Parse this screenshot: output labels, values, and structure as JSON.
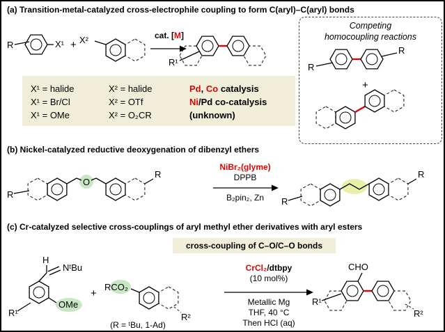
{
  "colors": {
    "accent_red": "#dd0404",
    "box_beige": "#f0edd9",
    "highlight_green": "#c9e7c4",
    "highlight_yellow": "#e9efa6"
  },
  "panel_a": {
    "title": "(a) Transition-metal-catalyzed cross-electrophile coupling to form C(aryl)–C(aryl) bonds",
    "scheme": {
      "r": "R",
      "x1": "X¹",
      "plus": "+",
      "x2": "X²",
      "cat_pre": "cat. [",
      "cat_m": "M",
      "cat_post": "]",
      "r1": "R¹"
    },
    "competing": {
      "title_line1": "Competing",
      "title_line2": "homocoupling reactions",
      "r_left": "R",
      "r_right": "R",
      "plus": "+"
    },
    "table": {
      "x1_rows": [
        "X¹ = halide",
        "X¹ = Br/Cl",
        "X¹ = OMe"
      ],
      "x2_rows": [
        "X² = halide",
        "X² = OTf",
        "X² = O₂CR"
      ],
      "row1_pd": "Pd",
      "row1_sep": ", ",
      "row1_co": "Co",
      "row1_rest": " catalysis",
      "row2_ni": "Ni",
      "row2_slash": "/",
      "row2_pd": "Pd",
      "row2_rest": " co-catalysis",
      "row3": "(unknown)"
    }
  },
  "panel_b": {
    "title": "(b) Nickel-catalyzed reductive deoxygenation of dibenzyl ethers",
    "scheme": {
      "r_left": "R",
      "o": "O",
      "r_right": "R",
      "prod_r_left": "R",
      "prod_r_right": "R"
    },
    "conditions": {
      "above1": "NiBr₂(glyme)",
      "above2": "DPPB",
      "below1": "B₂pin₂, Zn"
    }
  },
  "panel_c": {
    "title": "(c) Cr-catalyzed selective cross-couplings of aryl methyl ether derivatives with aryl esters",
    "header": "cross-coupling of C–O/C–O bonds",
    "scheme": {
      "h": "H",
      "imine": "NᵗBu",
      "ome": "OMe",
      "r1": "R¹",
      "plus": "+",
      "ester": "RCO₂",
      "r2": "R²",
      "r_def": "(R = ᵗBu, 1-Ad)",
      "cho": "CHO",
      "prod_r1": "R¹",
      "prod_r2": "R²"
    },
    "conditions": {
      "above1_red": "CrCl₂",
      "above1_black": "/dtbpy",
      "above2": "(10 mol%)",
      "below1": "Metallic Mg",
      "below2": "THF, 40 °C",
      "below3": "Then HCl (aq)"
    }
  }
}
